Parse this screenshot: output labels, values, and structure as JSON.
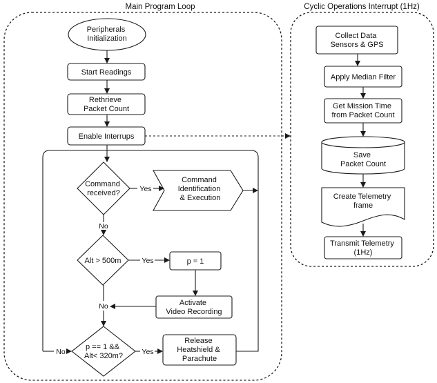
{
  "regions": {
    "main_title": "Main Program Loop",
    "interrupt_title": "Cyclic  Operations Interrupt (1Hz)"
  },
  "main": {
    "peripherals_init": [
      "Peripherals",
      "Initialization"
    ],
    "start_readings": [
      "Start Readings"
    ],
    "retrieve_count": [
      "Rethrieve",
      "Packet Count"
    ],
    "enable_interrupts": [
      "Enable Interrups"
    ],
    "command_received": [
      "Command",
      "received?"
    ],
    "command_exec": [
      "Command",
      "Identification",
      "& Execution"
    ],
    "alt_check": [
      "Alt > 500m"
    ],
    "set_p": [
      "p = 1"
    ],
    "activate_video": [
      "Activate",
      "Video Recording"
    ],
    "release_check": [
      "p == 1 &&",
      "Alt< 320m?"
    ],
    "release_heatshield": [
      "Release",
      "Heatshield &",
      "Parachute"
    ]
  },
  "interrupt": {
    "collect_data": [
      "Collect Data",
      "Sensors  & GPS"
    ],
    "median_filter": [
      "Apply Median Filter"
    ],
    "mission_time": [
      "Get Mission Time",
      "from Packet Count"
    ],
    "save_count": [
      "Save",
      "Packet Count"
    ],
    "create_frame": [
      "Create Telemetry",
      "frame"
    ],
    "transmit": [
      "Transmit Telemetry",
      "(1Hz)"
    ]
  },
  "edge_labels": {
    "yes": "Yes",
    "no": "No"
  }
}
